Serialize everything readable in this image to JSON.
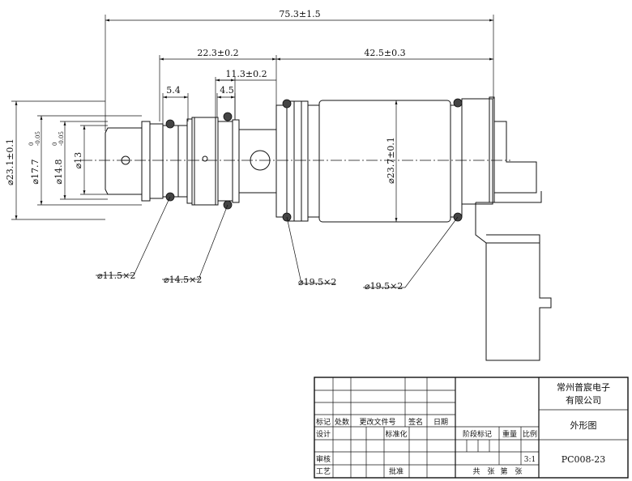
{
  "dimensions": {
    "overall_length": "75.3±1.5",
    "front_length": "22.3±0.2",
    "rear_length": "42.5±0.3",
    "groove_width_1": "5.4",
    "groove_pitch": "11.3±0.2",
    "groove_width_2": "4.5",
    "dia_231": "⌀23.1±0.1",
    "dia_177": "⌀17.7",
    "dia_177_tol_upper": "0",
    "dia_177_tol_lower": "-0.05",
    "dia_148": "⌀14.8",
    "dia_148_tol_upper": "0",
    "dia_148_tol_lower": "-0.05",
    "dia_13": "⌀13",
    "dia_237": "⌀23.7±0.1"
  },
  "o_rings": {
    "oring_1": "⌀11.5×2",
    "oring_2": "⌀14.5×2",
    "oring_3": "⌀19.5×2",
    "oring_4": "⌀19.5×2"
  },
  "title_block": {
    "company_line1": "常州普宸电子",
    "company_line2": "有限公司",
    "drawing_title": "外形图",
    "drawing_number": "PC008-23",
    "scale_value": "3:1",
    "labels": {
      "mark": "标记",
      "count": "处数",
      "change_doc": "更改文件号",
      "signature": "签名",
      "date": "日期",
      "design": "设计",
      "standardization": "标准化",
      "review": "审核",
      "process": "工艺",
      "approve": "批准",
      "stage_mark": "阶段标记",
      "weight": "重量",
      "scale": "比例",
      "sheets_total": "共",
      "sheet_word": "张",
      "sheet_no": "第",
      "sheet_word2": "张"
    }
  }
}
